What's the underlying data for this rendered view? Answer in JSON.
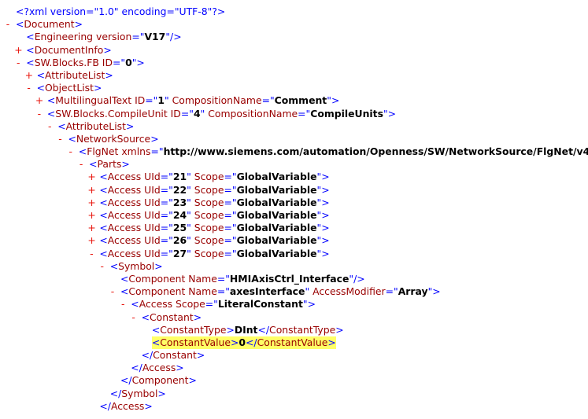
{
  "xml_viewer": {
    "lines": [
      {
        "indent": 0,
        "toggle": "",
        "open": true,
        "pi": "<?xml version=\"1.0\" encoding=\"UTF-8\"?>"
      },
      {
        "indent": 0,
        "toggle": "-",
        "tag": "Document"
      },
      {
        "indent": 1,
        "toggle": "",
        "tag": "Engineering",
        "attrs": [
          {
            "name": "version",
            "value": "V17"
          }
        ],
        "selfclose": true
      },
      {
        "indent": 1,
        "toggle": "+",
        "tag": "DocumentInfo"
      },
      {
        "indent": 1,
        "toggle": "-",
        "tag": "SW.Blocks.FB",
        "attrs": [
          {
            "name": "ID",
            "value": "0"
          }
        ]
      },
      {
        "indent": 2,
        "toggle": "+",
        "tag": "AttributeList"
      },
      {
        "indent": 2,
        "toggle": "-",
        "tag": "ObjectList"
      },
      {
        "indent": 3,
        "toggle": "+",
        "tag": "MultilingualText",
        "attrs": [
          {
            "name": "ID",
            "value": "1"
          },
          {
            "name": "CompositionName",
            "value": "Comment"
          }
        ]
      },
      {
        "indent": 3,
        "toggle": "-",
        "tag": "SW.Blocks.CompileUnit",
        "attrs": [
          {
            "name": "ID",
            "value": "4"
          },
          {
            "name": "CompositionName",
            "value": "CompileUnits"
          }
        ]
      },
      {
        "indent": 4,
        "toggle": "-",
        "tag": "AttributeList"
      },
      {
        "indent": 5,
        "toggle": "-",
        "tag": "NetworkSource"
      },
      {
        "indent": 6,
        "toggle": "-",
        "tag": "FlgNet",
        "attrs": [
          {
            "name": "xmlns",
            "value": "http://www.siemens.com/automation/Openness/SW/NetworkSource/FlgNet/v4"
          }
        ]
      },
      {
        "indent": 7,
        "toggle": "-",
        "tag": "Parts"
      },
      {
        "indent": 8,
        "toggle": "+",
        "tag": "Access",
        "attrs": [
          {
            "name": "UId",
            "value": "21"
          },
          {
            "name": "Scope",
            "value": "GlobalVariable"
          }
        ]
      },
      {
        "indent": 8,
        "toggle": "+",
        "tag": "Access",
        "attrs": [
          {
            "name": "UId",
            "value": "22"
          },
          {
            "name": "Scope",
            "value": "GlobalVariable"
          }
        ]
      },
      {
        "indent": 8,
        "toggle": "+",
        "tag": "Access",
        "attrs": [
          {
            "name": "UId",
            "value": "23"
          },
          {
            "name": "Scope",
            "value": "GlobalVariable"
          }
        ]
      },
      {
        "indent": 8,
        "toggle": "+",
        "tag": "Access",
        "attrs": [
          {
            "name": "UId",
            "value": "24"
          },
          {
            "name": "Scope",
            "value": "GlobalVariable"
          }
        ]
      },
      {
        "indent": 8,
        "toggle": "+",
        "tag": "Access",
        "attrs": [
          {
            "name": "UId",
            "value": "25"
          },
          {
            "name": "Scope",
            "value": "GlobalVariable"
          }
        ]
      },
      {
        "indent": 8,
        "toggle": "+",
        "tag": "Access",
        "attrs": [
          {
            "name": "UId",
            "value": "26"
          },
          {
            "name": "Scope",
            "value": "GlobalVariable"
          }
        ]
      },
      {
        "indent": 8,
        "toggle": "-",
        "tag": "Access",
        "attrs": [
          {
            "name": "UId",
            "value": "27"
          },
          {
            "name": "Scope",
            "value": "GlobalVariable"
          }
        ]
      },
      {
        "indent": 9,
        "toggle": "-",
        "tag": "Symbol"
      },
      {
        "indent": 10,
        "toggle": "",
        "tag": "Component",
        "attrs": [
          {
            "name": "Name",
            "value": "HMIAxisCtrl_Interface"
          }
        ],
        "selfclose": true
      },
      {
        "indent": 10,
        "toggle": "-",
        "tag": "Component",
        "attrs": [
          {
            "name": "Name",
            "value": "axesInterface"
          },
          {
            "name": "AccessModifier",
            "value": "Array"
          }
        ]
      },
      {
        "indent": 11,
        "toggle": "-",
        "tag": "Access",
        "attrs": [
          {
            "name": "Scope",
            "value": "LiteralConstant"
          }
        ]
      },
      {
        "indent": 12,
        "toggle": "-",
        "tag": "Constant"
      },
      {
        "indent": 13,
        "toggle": "",
        "tag": "ConstantType",
        "text": "DInt",
        "close": "ConstantType"
      },
      {
        "indent": 13,
        "toggle": "",
        "tag": "ConstantValue",
        "text": "0",
        "close": "ConstantValue",
        "highlight": true
      },
      {
        "indent": 12,
        "toggle": "",
        "closeonly": "Constant"
      },
      {
        "indent": 11,
        "toggle": "",
        "closeonly": "Access"
      },
      {
        "indent": 10,
        "toggle": "",
        "closeonly": "Component"
      },
      {
        "indent": 9,
        "toggle": "",
        "closeonly": "Symbol"
      },
      {
        "indent": 8,
        "toggle": "",
        "closeonly": "Access"
      }
    ],
    "colors": {
      "bracket": "#0000ff",
      "name": "#990000",
      "toggle": "#e8140c",
      "highlight": "#ffff66"
    }
  }
}
